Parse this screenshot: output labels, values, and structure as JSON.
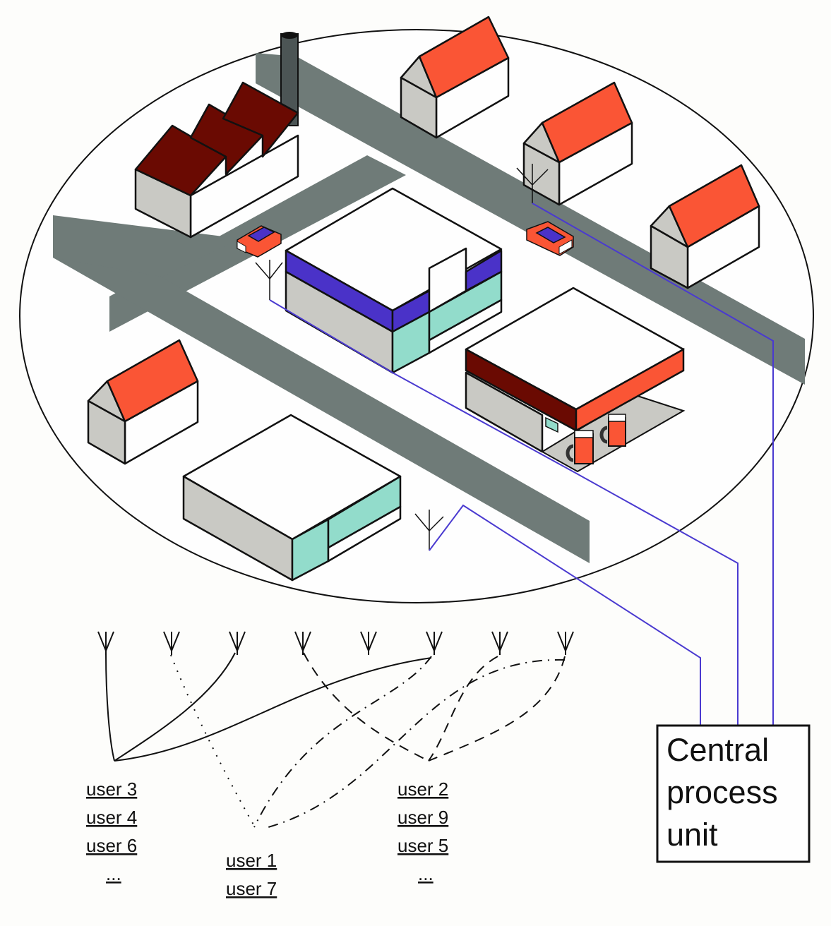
{
  "diagram": {
    "title": "Multi-user antenna network with central process unit",
    "colors": {
      "background": "#fdfdfb",
      "road": "#6f7b78",
      "house_roof": "#fa5535",
      "factory_roof": "#6a0a02",
      "wall_shade": "#c9c9c4",
      "glass": "#92dccb",
      "stripe": "#4a32c8",
      "wire": "#4a3ad0",
      "ink": "#111111"
    },
    "scene": {
      "elements": [
        "factory",
        "house",
        "house",
        "house",
        "house",
        "central-building",
        "gas-station",
        "warehouse",
        "car",
        "car",
        "road-crossing",
        "antenna",
        "antenna",
        "antenna"
      ]
    },
    "central_unit": {
      "lines": [
        "Central",
        "process",
        "unit"
      ]
    },
    "antenna_array": {
      "count": 8
    },
    "user_groups": [
      {
        "users": [
          "user 3",
          "user 4",
          "user 6",
          "..."
        ]
      },
      {
        "users": [
          "user 1",
          "user 7"
        ]
      },
      {
        "users": [
          "user 2",
          "user 9",
          "user 5",
          "..."
        ]
      }
    ]
  }
}
